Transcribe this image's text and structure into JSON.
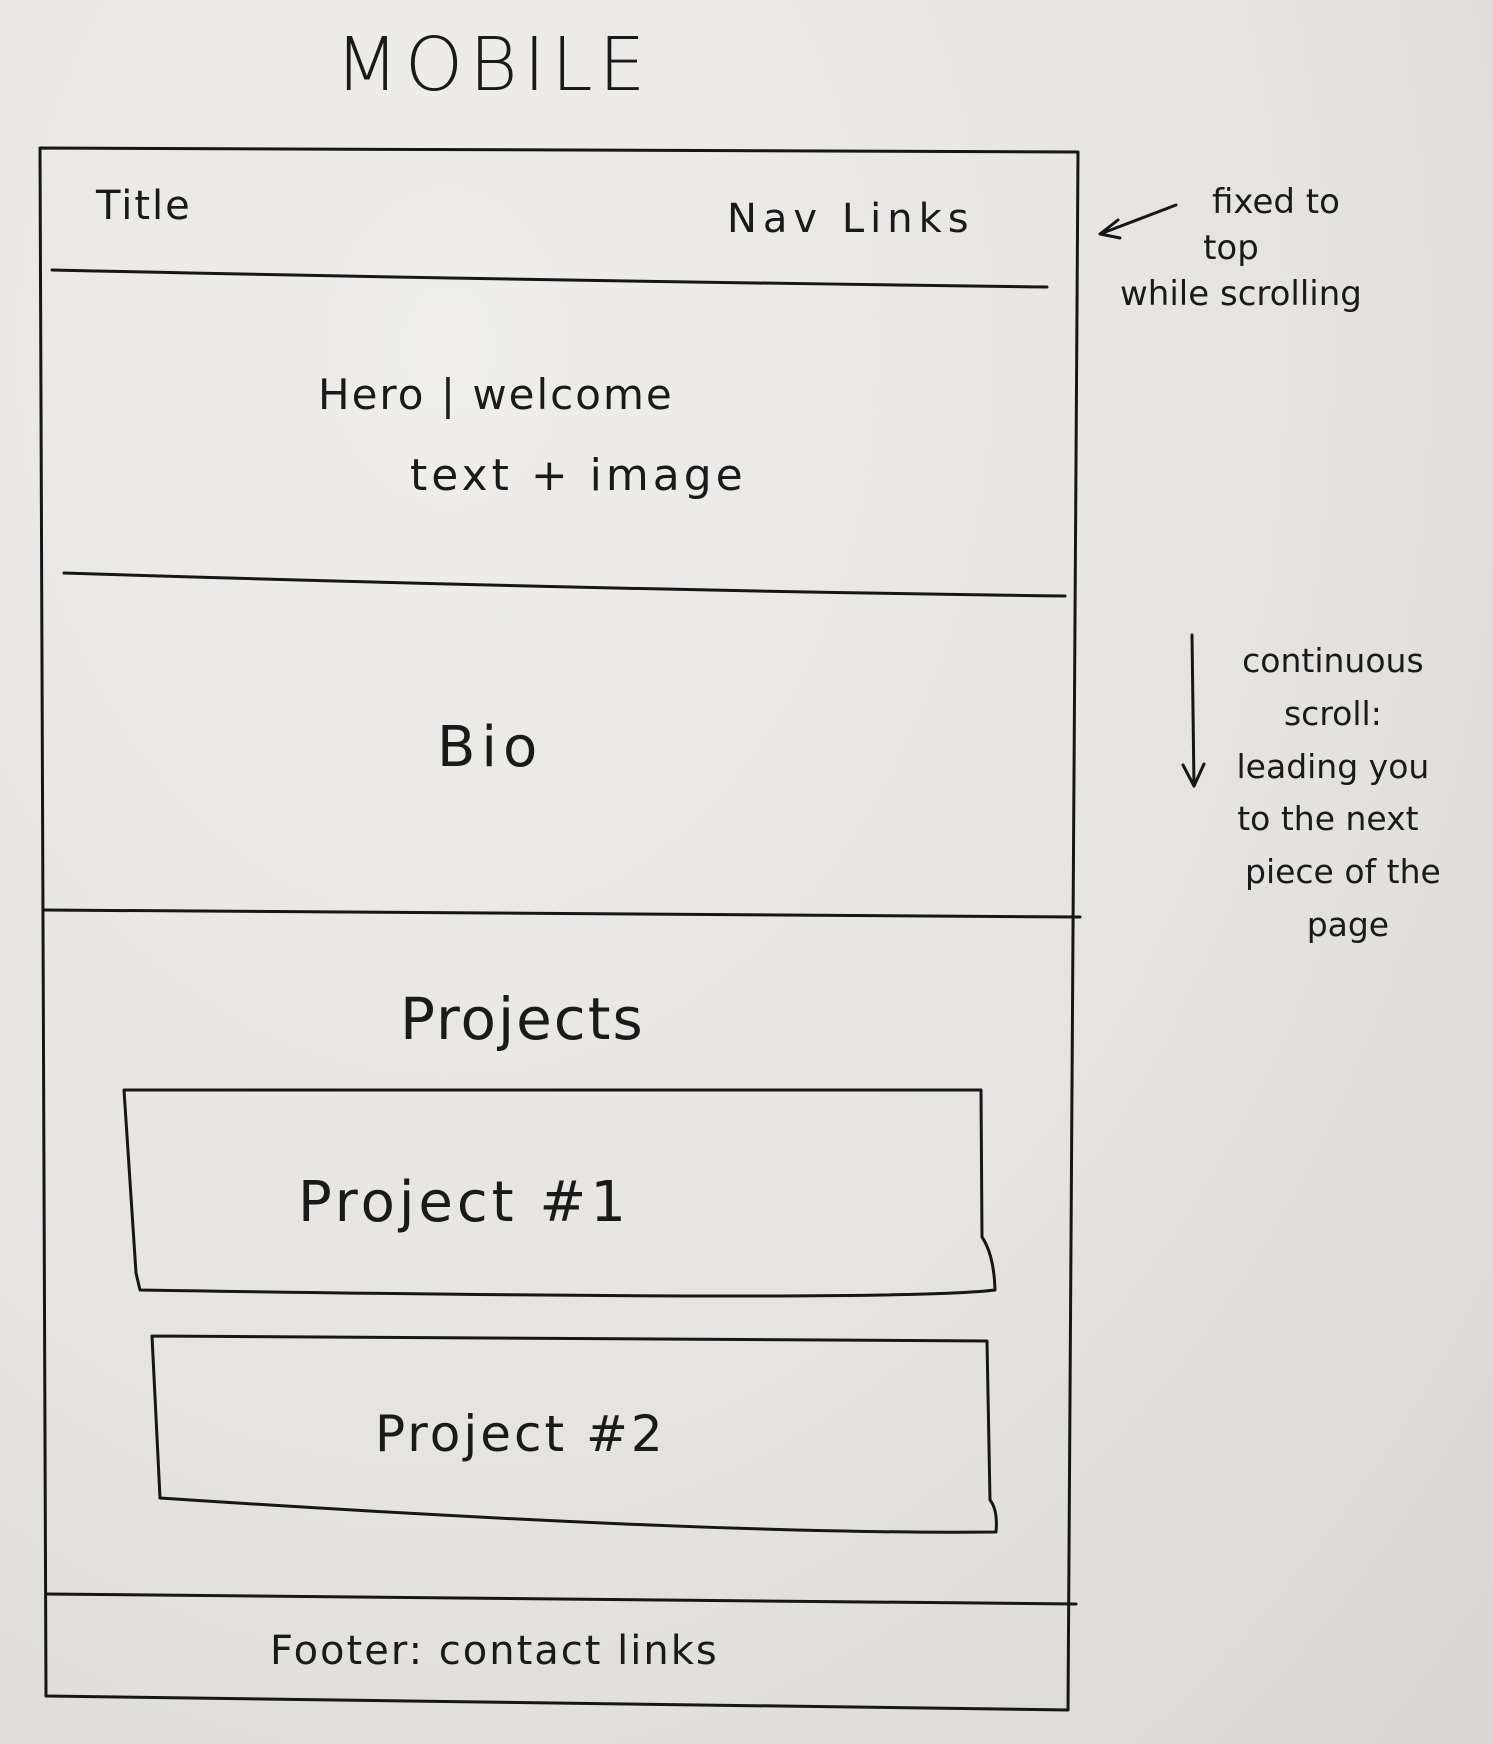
{
  "heading": "MOBILE",
  "header": {
    "title": "Title",
    "nav": "Nav Links"
  },
  "hero": {
    "line1": "Hero | welcome",
    "line2": "text + image"
  },
  "bio": "Bio",
  "projects": {
    "heading": "Projects",
    "items": [
      "Project #1",
      "Project #2"
    ]
  },
  "footer": "Footer: contact links",
  "annotations": {
    "fixed_top": [
      "fixed to",
      "top",
      "while scrolling"
    ],
    "scroll": [
      "continuous",
      "scroll:",
      "leading you",
      "to the next",
      "piece of the",
      "page"
    ]
  }
}
